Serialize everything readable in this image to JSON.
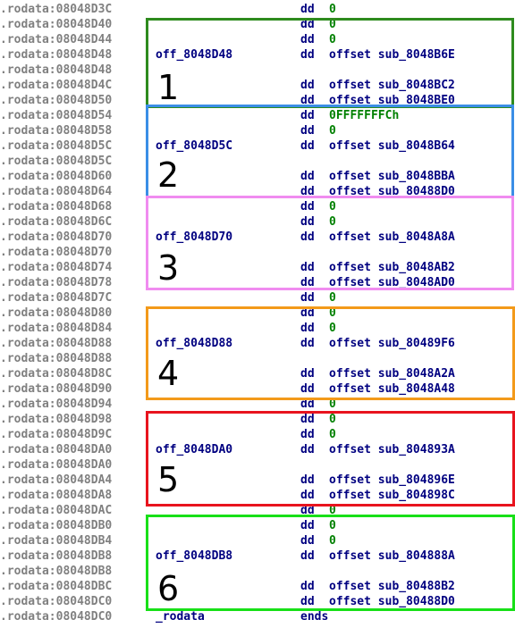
{
  "lines": [
    {
      "addr": ".rodata:08048D3C",
      "label": "",
      "mn": "dd",
      "op": "0",
      "op_type": "num"
    },
    {
      "addr": ".rodata:08048D40",
      "label": "",
      "mn": "dd",
      "op": "0",
      "op_type": "num"
    },
    {
      "addr": ".rodata:08048D44",
      "label": "",
      "mn": "dd",
      "op": "0",
      "op_type": "num"
    },
    {
      "addr": ".rodata:08048D48",
      "label": "off_8048D48",
      "mn": "dd",
      "op": "offset sub_8048B6E",
      "op_type": "ref"
    },
    {
      "addr": ".rodata:08048D48",
      "label": "",
      "mn": "",
      "op": "",
      "op_type": ""
    },
    {
      "addr": ".rodata:08048D4C",
      "label": "",
      "mn": "dd",
      "op": "offset sub_8048BC2",
      "op_type": "ref"
    },
    {
      "addr": ".rodata:08048D50",
      "label": "",
      "mn": "dd",
      "op": "offset sub_8048BE0",
      "op_type": "ref"
    },
    {
      "addr": ".rodata:08048D54",
      "label": "",
      "mn": "dd",
      "op": "0FFFFFFFCh",
      "op_type": "num"
    },
    {
      "addr": ".rodata:08048D58",
      "label": "",
      "mn": "dd",
      "op": "0",
      "op_type": "num"
    },
    {
      "addr": ".rodata:08048D5C",
      "label": "off_8048D5C",
      "mn": "dd",
      "op": "offset sub_8048B64",
      "op_type": "ref"
    },
    {
      "addr": ".rodata:08048D5C",
      "label": "",
      "mn": "",
      "op": "",
      "op_type": ""
    },
    {
      "addr": ".rodata:08048D60",
      "label": "",
      "mn": "dd",
      "op": "offset sub_8048BBA",
      "op_type": "ref"
    },
    {
      "addr": ".rodata:08048D64",
      "label": "",
      "mn": "dd",
      "op": "offset sub_80488D0",
      "op_type": "ref"
    },
    {
      "addr": ".rodata:08048D68",
      "label": "",
      "mn": "dd",
      "op": "0",
      "op_type": "num"
    },
    {
      "addr": ".rodata:08048D6C",
      "label": "",
      "mn": "dd",
      "op": "0",
      "op_type": "num"
    },
    {
      "addr": ".rodata:08048D70",
      "label": "off_8048D70",
      "mn": "dd",
      "op": "offset sub_8048A8A",
      "op_type": "ref"
    },
    {
      "addr": ".rodata:08048D70",
      "label": "",
      "mn": "",
      "op": "",
      "op_type": ""
    },
    {
      "addr": ".rodata:08048D74",
      "label": "",
      "mn": "dd",
      "op": "offset sub_8048AB2",
      "op_type": "ref"
    },
    {
      "addr": ".rodata:08048D78",
      "label": "",
      "mn": "dd",
      "op": "offset sub_8048AD0",
      "op_type": "ref"
    },
    {
      "addr": ".rodata:08048D7C",
      "label": "",
      "mn": "dd",
      "op": "0",
      "op_type": "num"
    },
    {
      "addr": ".rodata:08048D80",
      "label": "",
      "mn": "dd",
      "op": "0",
      "op_type": "num"
    },
    {
      "addr": ".rodata:08048D84",
      "label": "",
      "mn": "dd",
      "op": "0",
      "op_type": "num"
    },
    {
      "addr": ".rodata:08048D88",
      "label": "off_8048D88",
      "mn": "dd",
      "op": "offset sub_80489F6",
      "op_type": "ref"
    },
    {
      "addr": ".rodata:08048D88",
      "label": "",
      "mn": "",
      "op": "",
      "op_type": ""
    },
    {
      "addr": ".rodata:08048D8C",
      "label": "",
      "mn": "dd",
      "op": "offset sub_8048A2A",
      "op_type": "ref"
    },
    {
      "addr": ".rodata:08048D90",
      "label": "",
      "mn": "dd",
      "op": "offset sub_8048A48",
      "op_type": "ref"
    },
    {
      "addr": ".rodata:08048D94",
      "label": "",
      "mn": "dd",
      "op": "0",
      "op_type": "num"
    },
    {
      "addr": ".rodata:08048D98",
      "label": "",
      "mn": "dd",
      "op": "0",
      "op_type": "num"
    },
    {
      "addr": ".rodata:08048D9C",
      "label": "",
      "mn": "dd",
      "op": "0",
      "op_type": "num"
    },
    {
      "addr": ".rodata:08048DA0",
      "label": "off_8048DA0",
      "mn": "dd",
      "op": "offset sub_804893A",
      "op_type": "ref"
    },
    {
      "addr": ".rodata:08048DA0",
      "label": "",
      "mn": "",
      "op": "",
      "op_type": ""
    },
    {
      "addr": ".rodata:08048DA4",
      "label": "",
      "mn": "dd",
      "op": "offset sub_804896E",
      "op_type": "ref"
    },
    {
      "addr": ".rodata:08048DA8",
      "label": "",
      "mn": "dd",
      "op": "offset sub_804898C",
      "op_type": "ref"
    },
    {
      "addr": ".rodata:08048DAC",
      "label": "",
      "mn": "dd",
      "op": "0",
      "op_type": "num"
    },
    {
      "addr": ".rodata:08048DB0",
      "label": "",
      "mn": "dd",
      "op": "0",
      "op_type": "num"
    },
    {
      "addr": ".rodata:08048DB4",
      "label": "",
      "mn": "dd",
      "op": "0",
      "op_type": "num"
    },
    {
      "addr": ".rodata:08048DB8",
      "label": "off_8048DB8",
      "mn": "dd",
      "op": "offset sub_804888A",
      "op_type": "ref"
    },
    {
      "addr": ".rodata:08048DB8",
      "label": "",
      "mn": "",
      "op": "",
      "op_type": ""
    },
    {
      "addr": ".rodata:08048DBC",
      "label": "",
      "mn": "dd",
      "op": "offset sub_80488B2",
      "op_type": "ref"
    },
    {
      "addr": ".rodata:08048DC0",
      "label": "",
      "mn": "dd",
      "op": "offset sub_80488D0",
      "op_type": "ref"
    },
    {
      "addr": ".rodata:08048DC0",
      "label": "_rodata",
      "mn": "ends",
      "op": "",
      "op_type": ""
    }
  ],
  "boxes": [
    {
      "number": "1",
      "color": "#2e8b1e"
    },
    {
      "number": "2",
      "color": "#3a8ee6"
    },
    {
      "number": "3",
      "color": "#f08cf0"
    },
    {
      "number": "4",
      "color": "#f39a1a"
    },
    {
      "number": "5",
      "color": "#e8141e"
    },
    {
      "number": "6",
      "color": "#18e018"
    }
  ],
  "colors": {
    "address": "#808080",
    "code": "#000080",
    "number": "#008000"
  }
}
